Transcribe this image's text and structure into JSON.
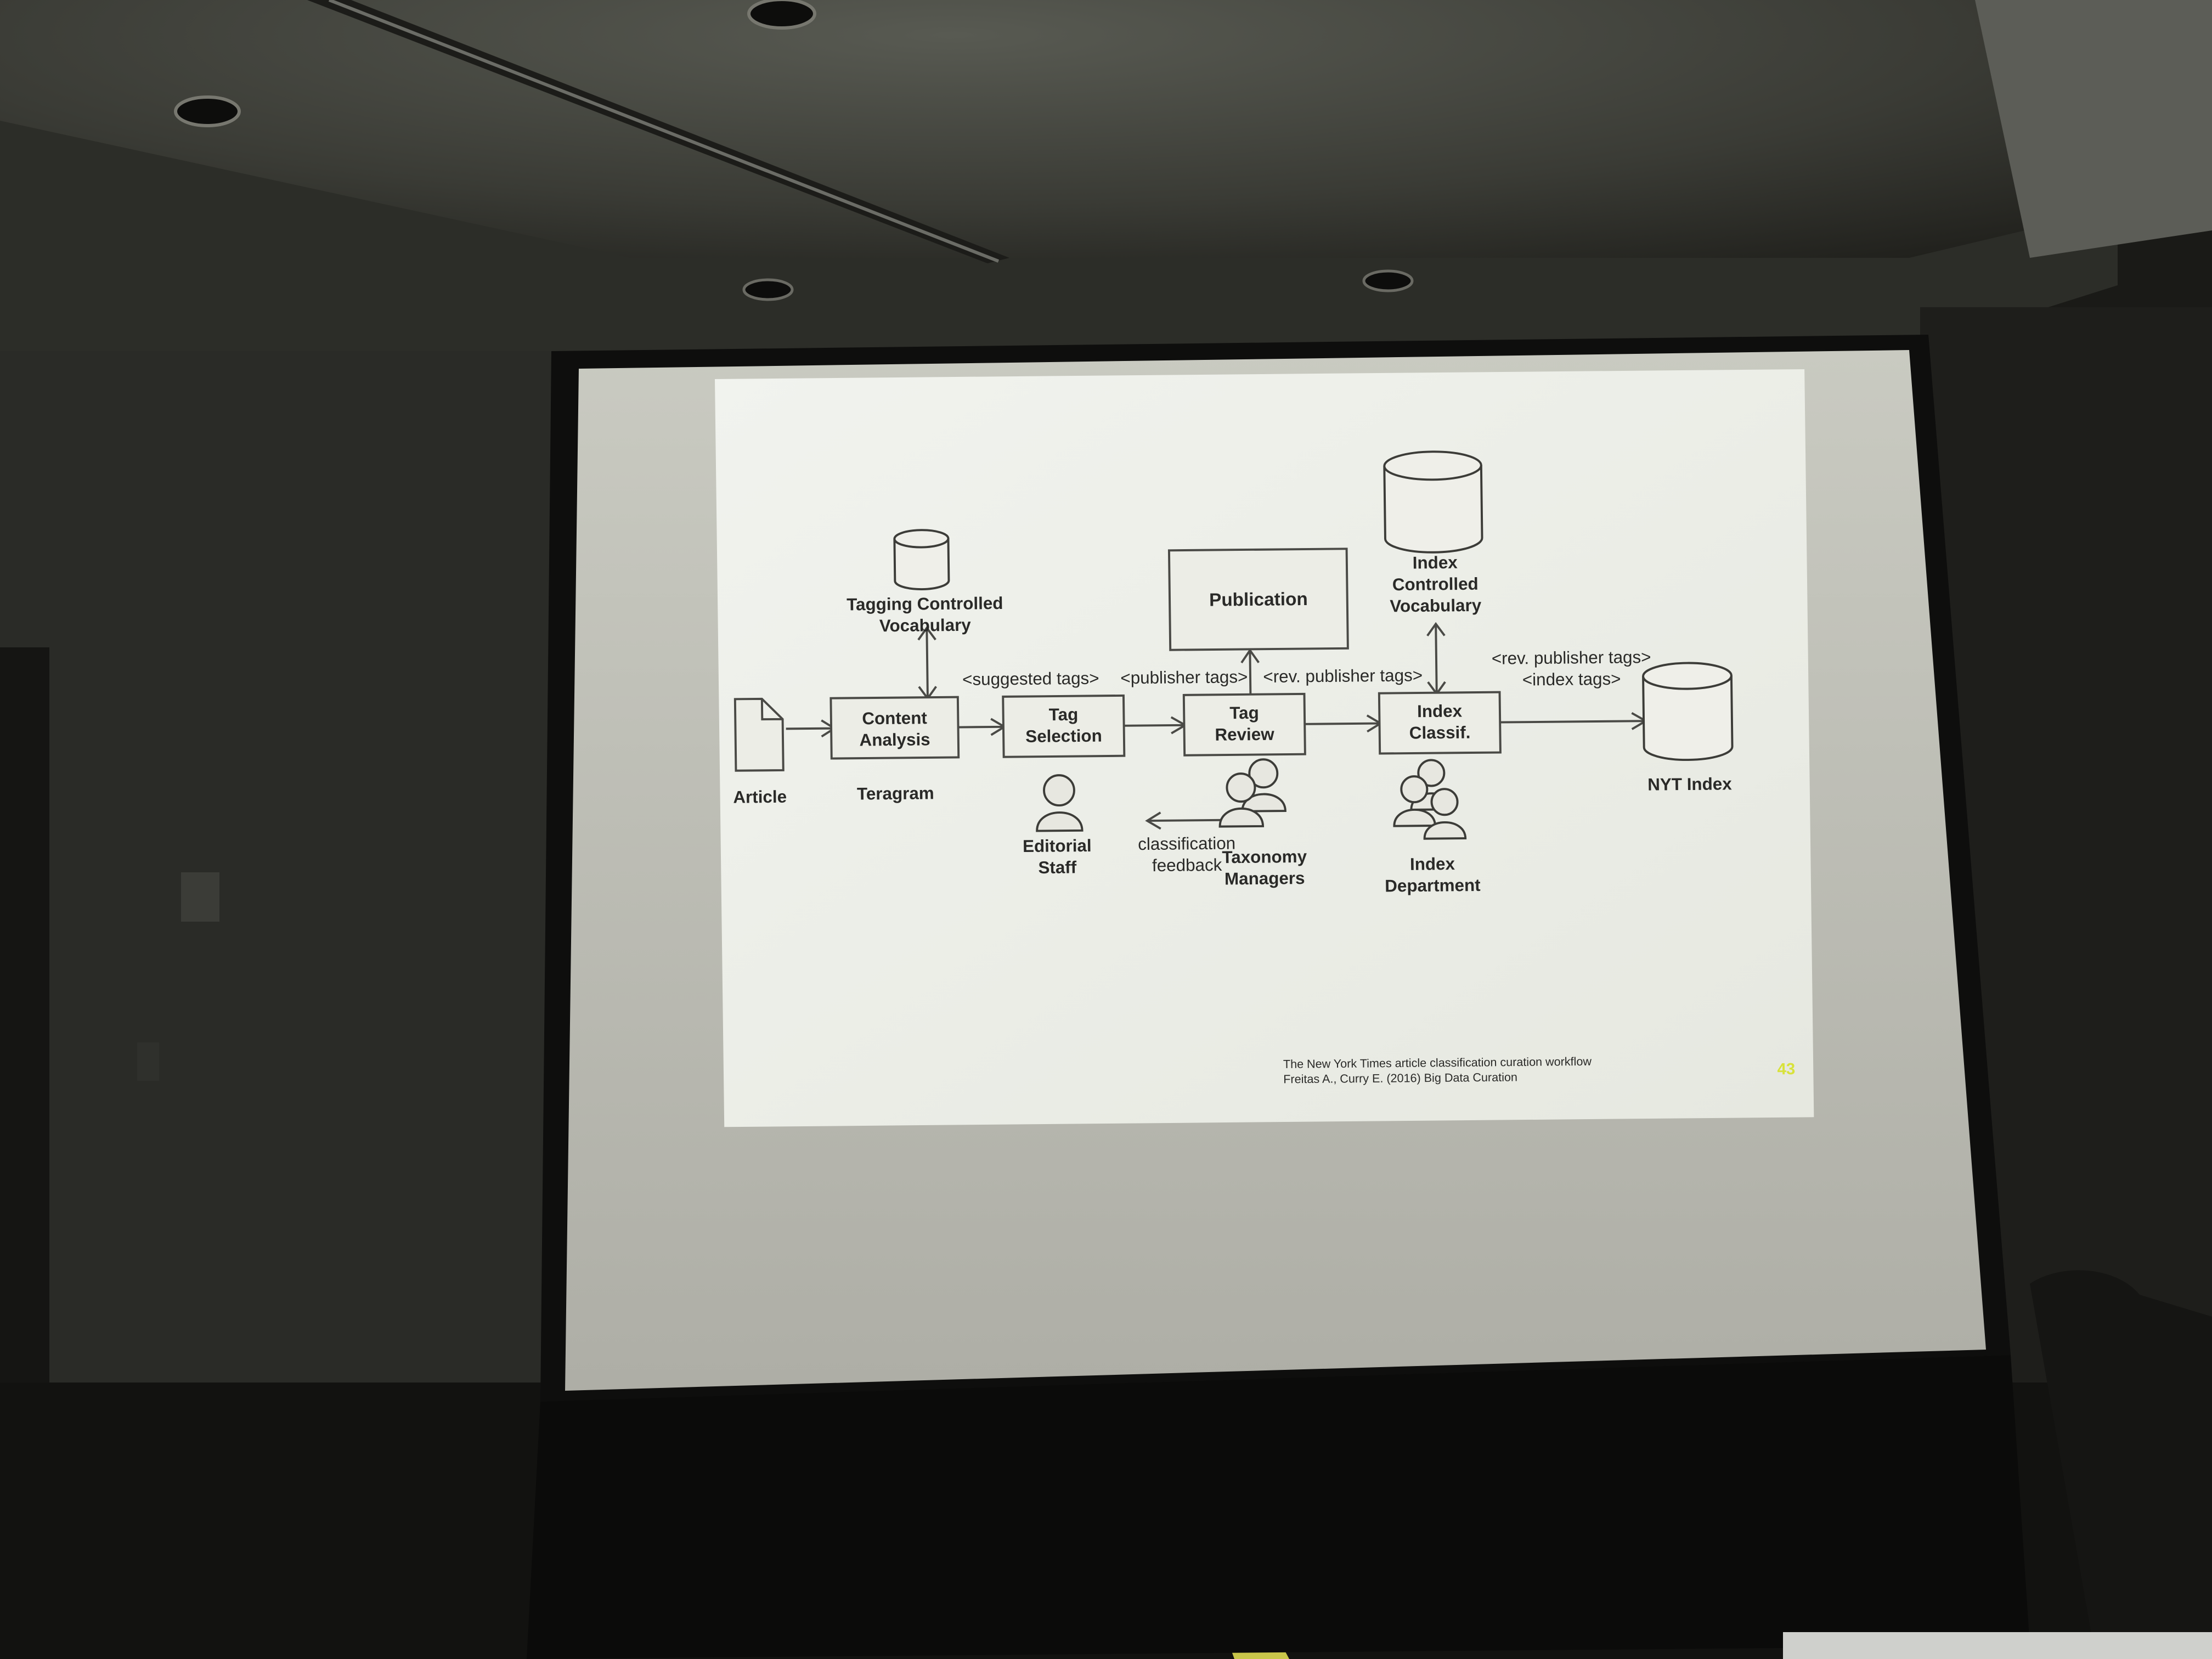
{
  "slide": {
    "diagram": {
      "nodes": {
        "article": "Article",
        "content_analysis": [
          "Content",
          "Analysis"
        ],
        "teragram": "Teragram",
        "tagging_vocab": [
          "Tagging Controlled",
          "Vocabulary"
        ],
        "tag_selection": [
          "Tag",
          "Selection"
        ],
        "tag_review": [
          "Tag",
          "Review"
        ],
        "publication": "Publication",
        "index_vocab": [
          "Index",
          "Controlled",
          "Vocabulary"
        ],
        "index_classif": [
          "Index",
          "Classif."
        ],
        "nyt_index": "NYT Index",
        "editorial_staff": [
          "Editorial",
          "Staff"
        ],
        "taxonomy_managers": [
          "Taxonomy",
          "Managers"
        ],
        "index_department": [
          "Index",
          "Department"
        ]
      },
      "edge_labels": {
        "suggested_tags": "<suggested tags>",
        "publisher_tags": "<publisher tags>",
        "rev_publisher_tags_1": "<rev. publisher tags>",
        "rev_publisher_tags_2": "<rev. publisher tags>",
        "index_tags": "<index tags>",
        "classification_feedback": [
          "classification",
          "feedback"
        ]
      }
    },
    "caption": {
      "line1": "The New York Times article classification curation workflow",
      "line2": "Freitas A., Curry E. (2016) Big Data Curation"
    },
    "page_number": "43"
  },
  "colors": {
    "room": "#1a1a17",
    "ceiling": "#4a4b45",
    "screen": "#cfd0c8",
    "slide": "#eef0ea",
    "ink": "#2a2a28",
    "page_number": "#d8e23a"
  }
}
